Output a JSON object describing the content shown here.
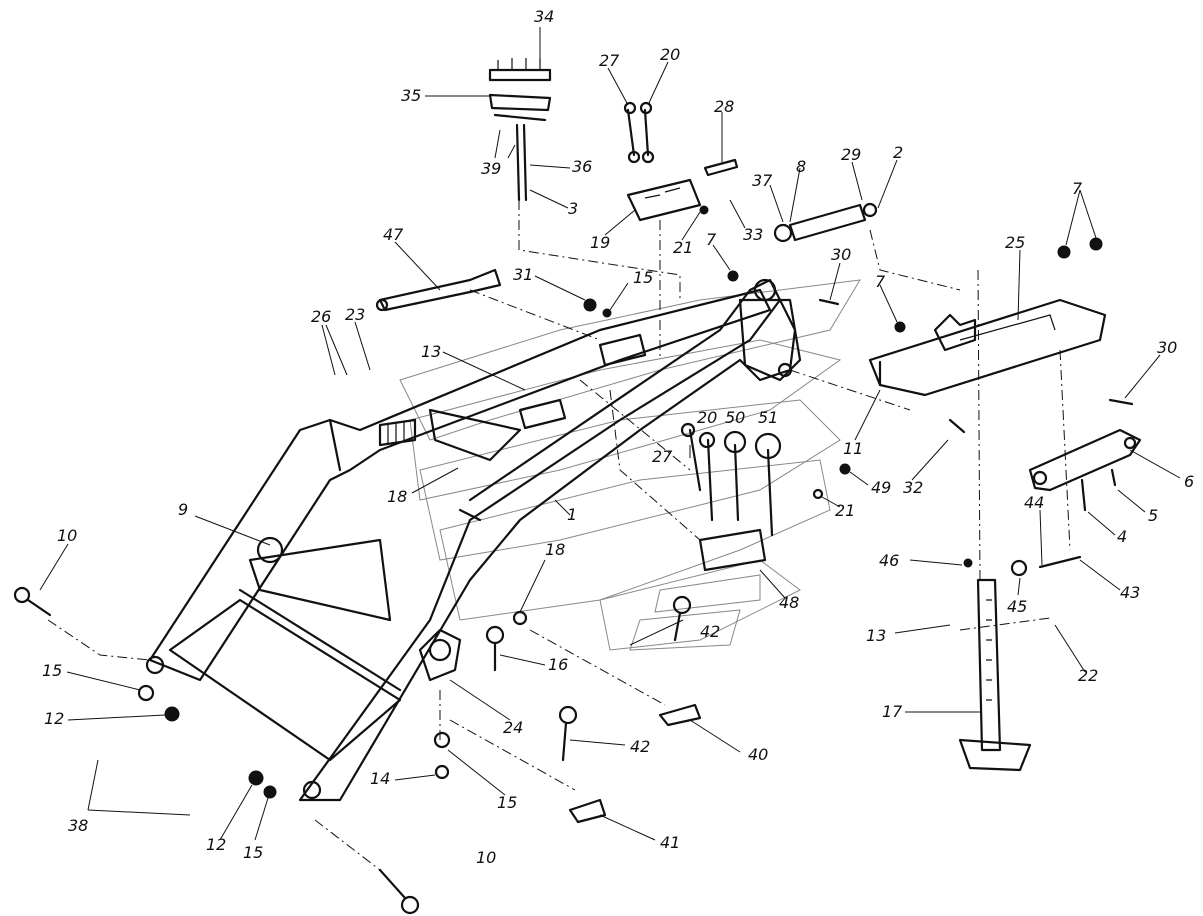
{
  "diagram": {
    "callouts": [
      "34",
      "35",
      "39",
      "36",
      "3",
      "27",
      "20",
      "28",
      "19",
      "21",
      "33",
      "8",
      "37",
      "29",
      "2",
      "7",
      "47",
      "31",
      "15",
      "30",
      "25",
      "26",
      "23",
      "13",
      "18",
      "9",
      "10",
      "12",
      "38",
      "14",
      "24",
      "16",
      "42",
      "40",
      "41",
      "11",
      "32",
      "50",
      "51",
      "49",
      "6",
      "5",
      "4",
      "44",
      "43",
      "45",
      "46",
      "22",
      "17",
      "48",
      "1"
    ]
  }
}
